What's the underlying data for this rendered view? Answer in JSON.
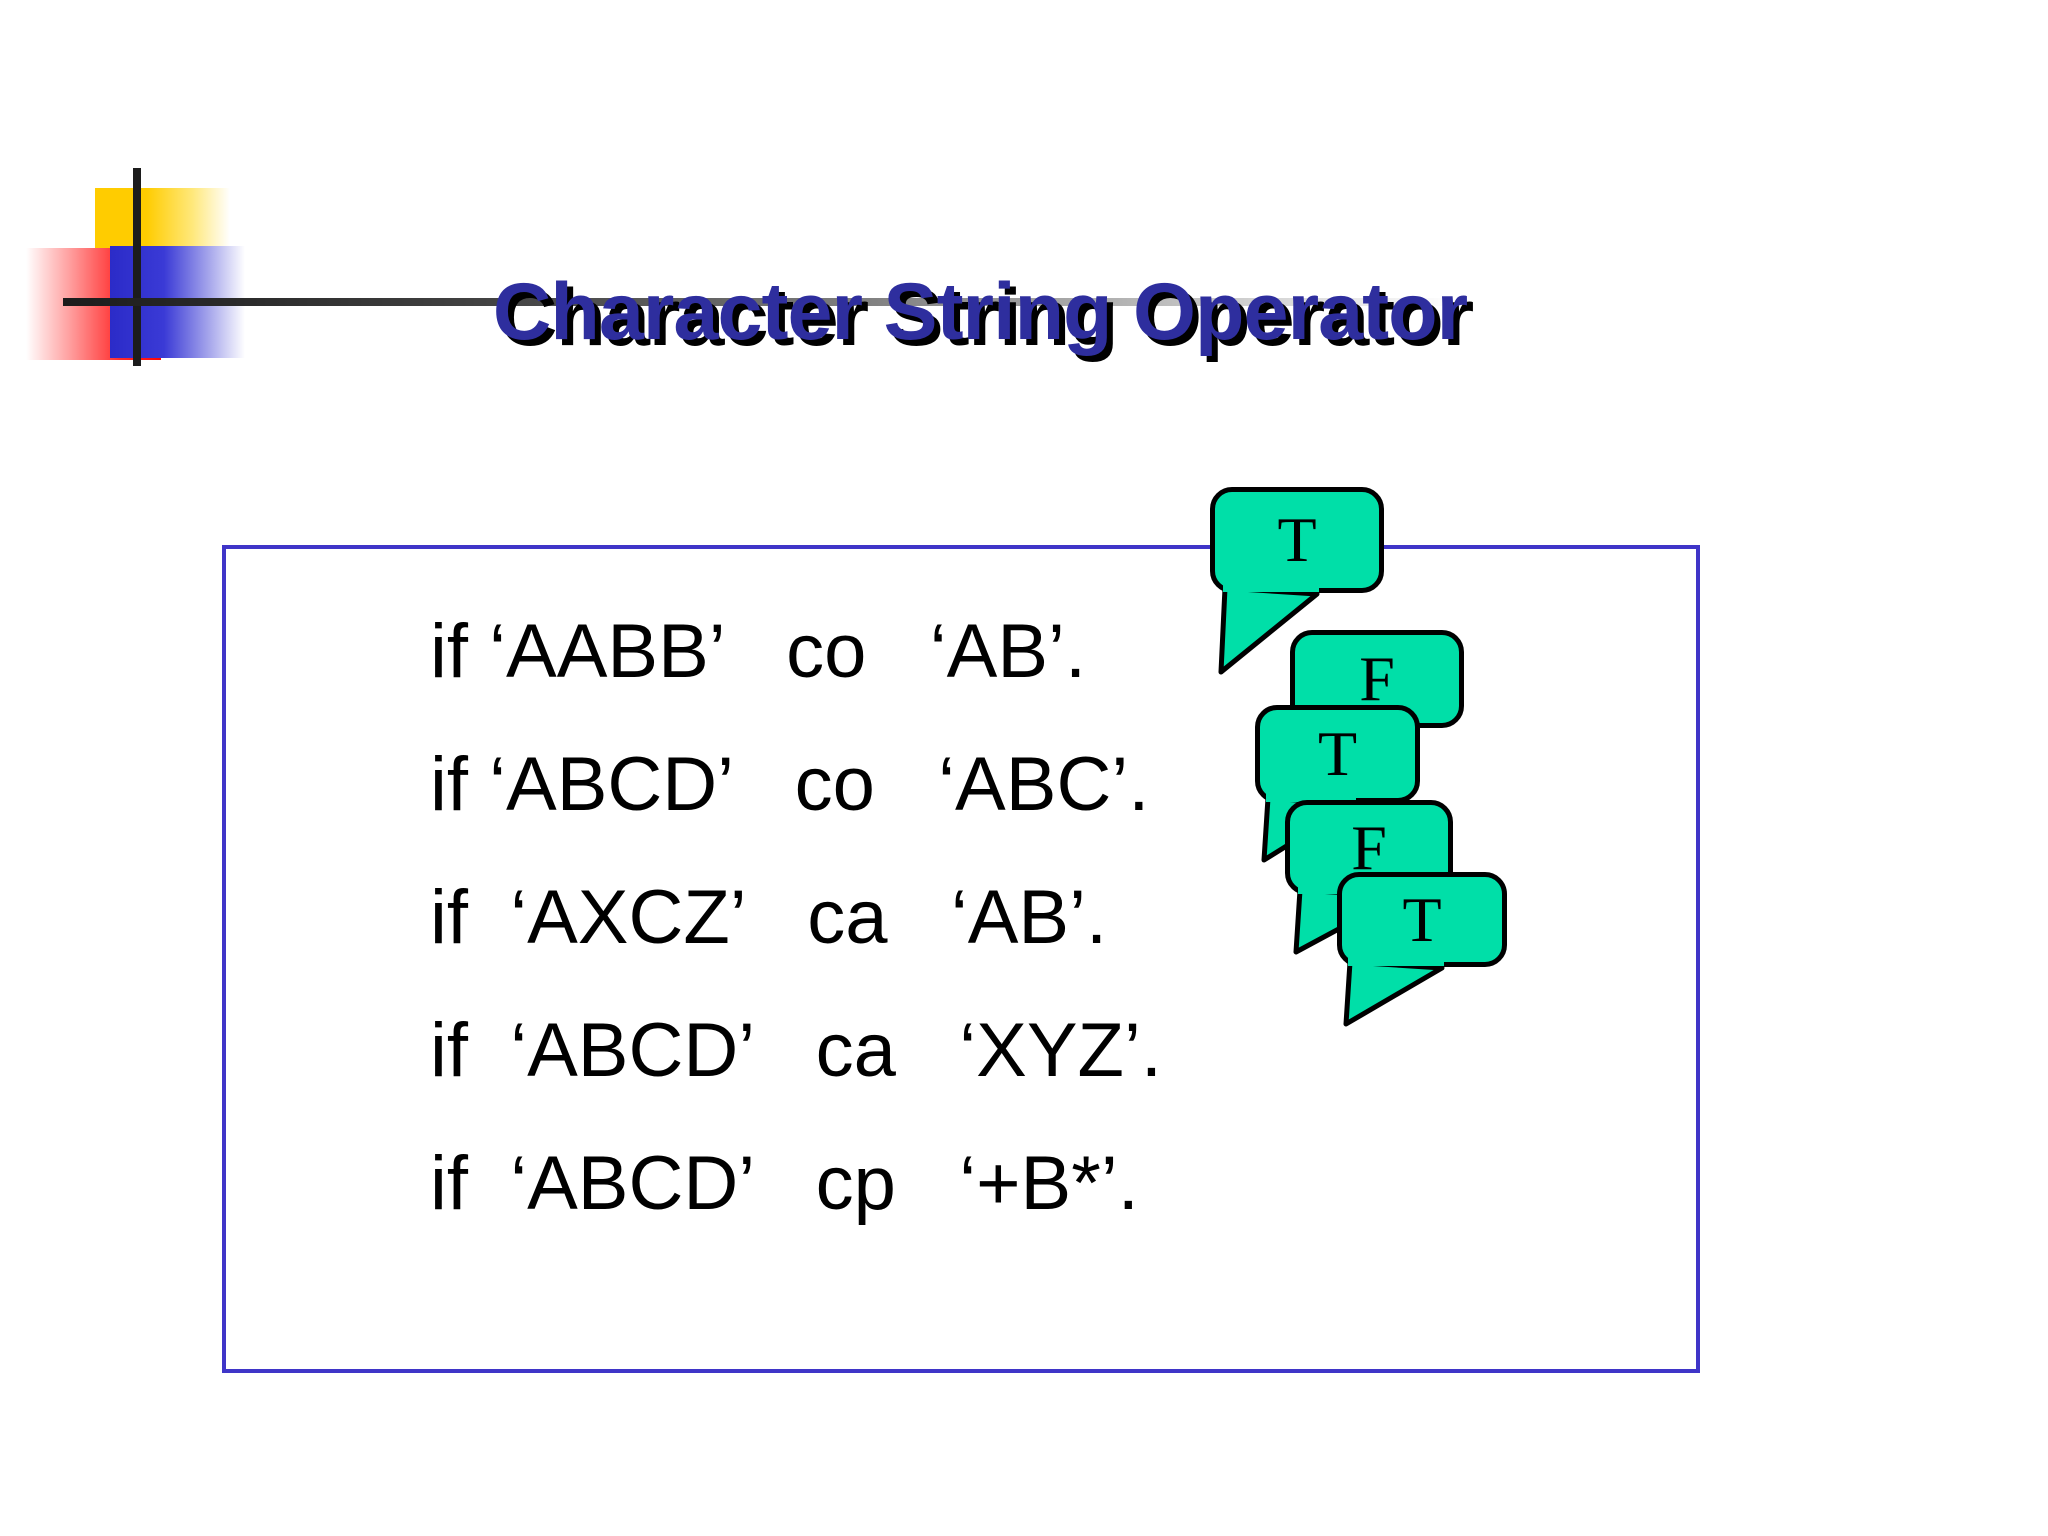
{
  "slide": {
    "title": "Character String Operator",
    "background_color": "#FFFFFF",
    "title_color": "#2E2E9E",
    "title_shadow_color": "#000000",
    "content_box_border_color": "#3F35C8",
    "callout_fill_color": "#00DFA8",
    "callout_border_color": "#000000"
  },
  "logo": {
    "yellow": "#FFCC00",
    "red": "#FF0505",
    "blue": "#2B2BC8",
    "cross": "#1C1C1C"
  },
  "content": {
    "lines": [
      {
        "text": "if ‘AABB’   co   ‘AB’."
      },
      {
        "text": "if ‘ABCD’   co   ‘ABC’."
      },
      {
        "text": "if  ‘AXCZ’   ca   ‘AB’."
      },
      {
        "text": "if  ‘ABCD’   ca   ‘XYZ’."
      },
      {
        "text": "if  ‘ABCD’   cp   ‘+B*’."
      }
    ]
  },
  "callouts": [
    {
      "id": "callout-1",
      "label": "T",
      "for_line": 1
    },
    {
      "id": "callout-2",
      "label": "F",
      "for_line": 2
    },
    {
      "id": "callout-3",
      "label": "T",
      "for_line": 3
    },
    {
      "id": "callout-4",
      "label": "F",
      "for_line": 4
    },
    {
      "id": "callout-5",
      "label": "T",
      "for_line": 5
    }
  ]
}
